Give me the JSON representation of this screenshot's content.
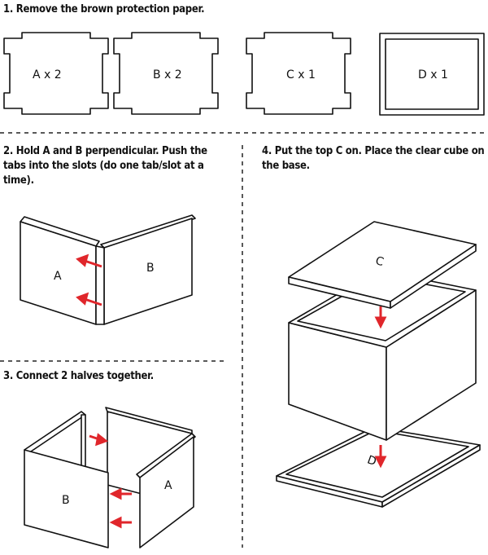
{
  "steps": {
    "step1": "1. Remove the brown protection paper.",
    "step2": "2. Hold A and B perpendicular. Push the tabs into the slots (do one tab/slot at a time).",
    "step3": "3. Connect 2 halves together.",
    "step4": "4. Put the top C on.  Place the clear cube on the base."
  },
  "parts": [
    {
      "label": "A x 2"
    },
    {
      "label": "B x 2"
    },
    {
      "label": "C x 1"
    },
    {
      "label": "D x 1"
    }
  ],
  "figure_labels": {
    "step2_a": "A",
    "step2_b": "B",
    "step3_b": "B",
    "step3_a": "A",
    "step4_c": "C",
    "step4_d": "D"
  },
  "colors": {
    "arrow": "#e0262b",
    "line": "#111111"
  }
}
